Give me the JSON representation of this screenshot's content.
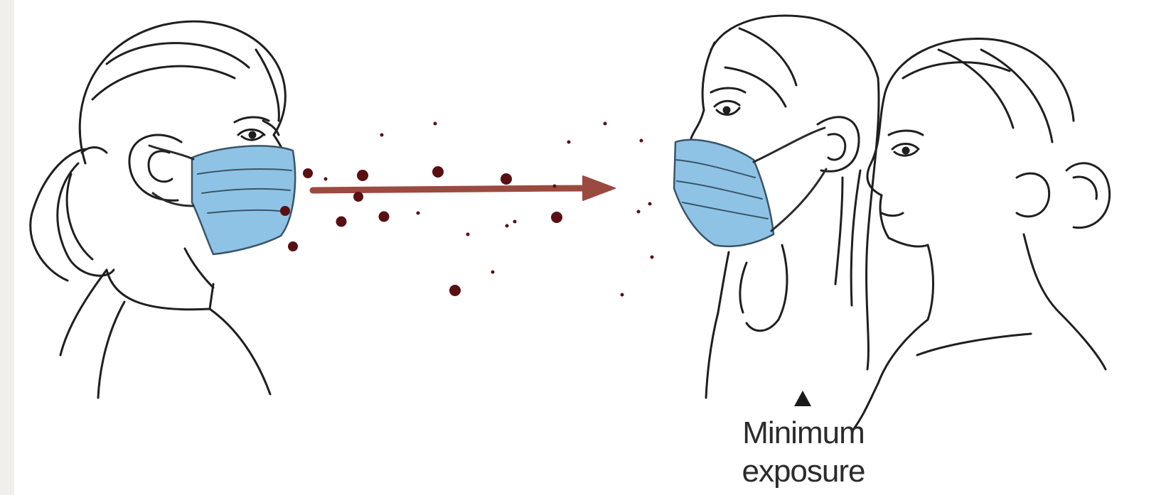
{
  "caption": {
    "line1": "Minimum",
    "line2": "exposure"
  },
  "colors": {
    "mask": "#8fc3e6",
    "mask_outline": "#3a5568",
    "droplet": "#5a0f12",
    "arrow": "#9b4a40",
    "line_art": "#1f1f1f"
  },
  "icons": {
    "pointer": "triangle-up"
  }
}
